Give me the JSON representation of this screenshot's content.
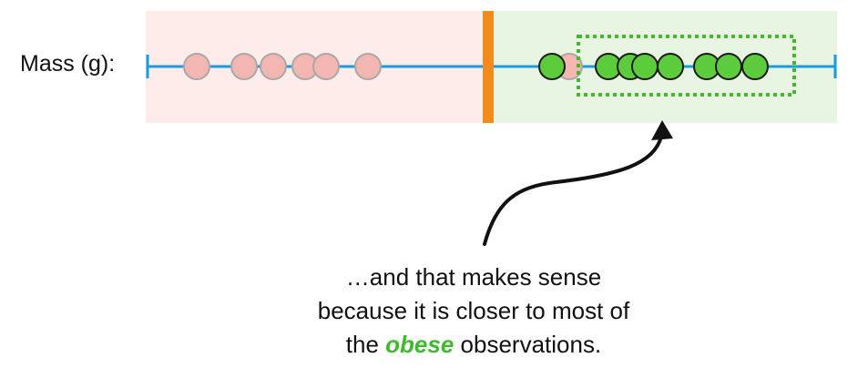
{
  "axis_label": "Mass (g):",
  "caption": {
    "line1": "…and that makes sense",
    "line2": "because it is closer to most of",
    "line3_pre": "the ",
    "line3_emph": "obese",
    "line3_post": " observations."
  },
  "colors": {
    "axis_line": "#1a9be0",
    "not_obese_region": "#fdecea",
    "obese_region": "#e8f5e2",
    "threshold": "#f28a1c",
    "not_obese_point_fill": "#f4b6b0",
    "not_obese_point_stroke": "#a8a8a8",
    "obese_point_fill": "#5ccc3c",
    "obese_point_stroke": "#1a1a1a",
    "highlight_box": "#3fba2e",
    "emphasis_text": "#3fba2e"
  }
}
